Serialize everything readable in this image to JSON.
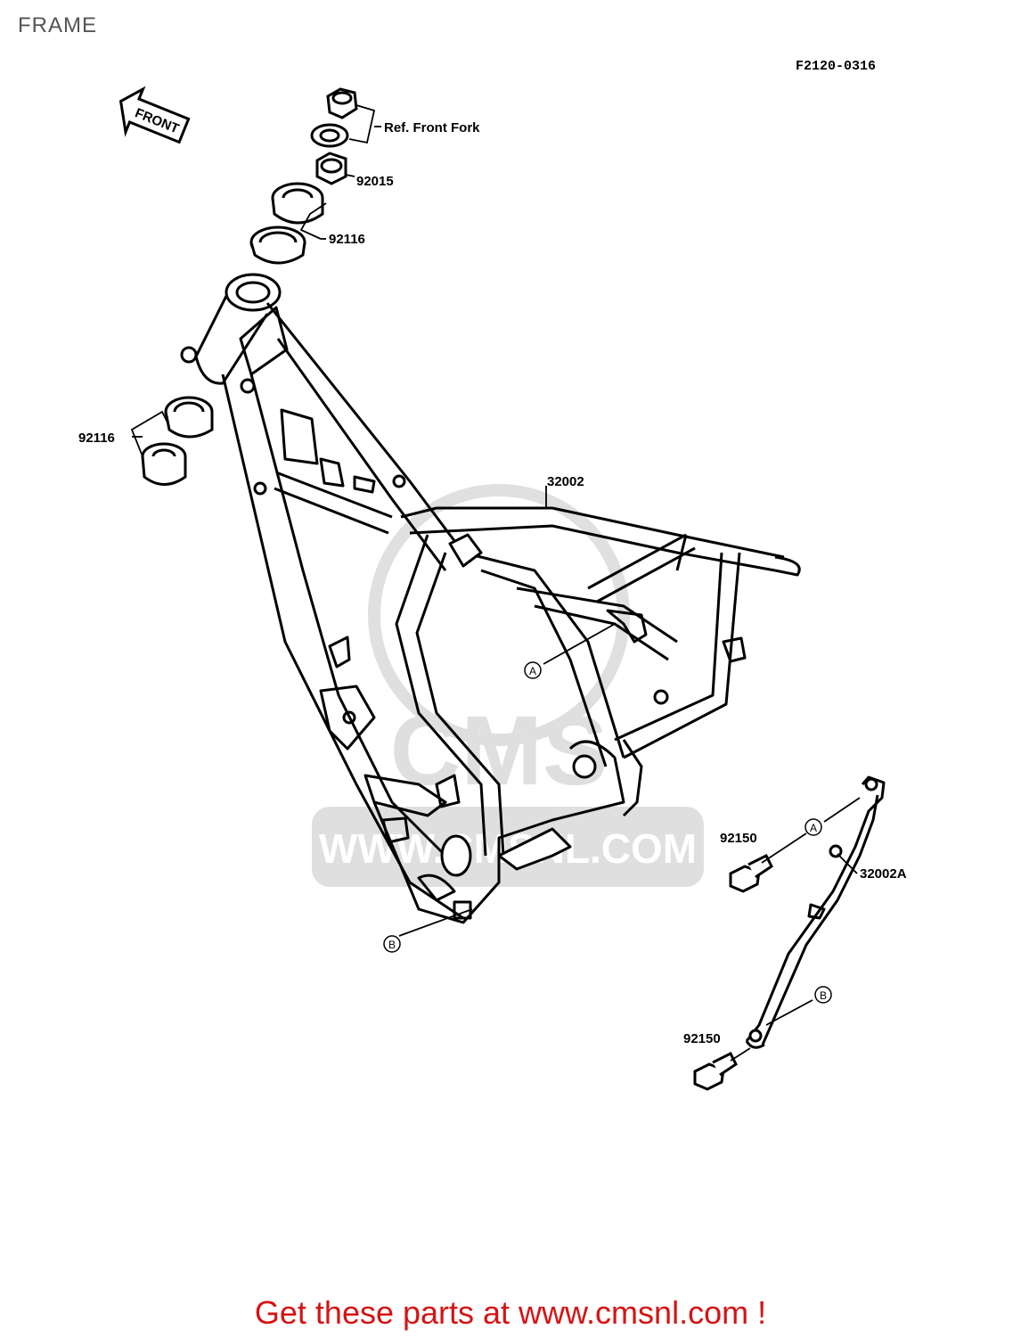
{
  "page": {
    "title": "FRAME"
  },
  "diagram": {
    "code": "F2120-0316",
    "front_arrow": "FRONT",
    "labels": {
      "ref_front_fork": "Ref. Front Fork",
      "p92015": "92015",
      "p92116_top": "92116",
      "p92116_left": "92116",
      "p32002": "32002",
      "p92150_top": "92150",
      "p32002a": "32002A",
      "p92150_bottom": "92150"
    },
    "callouts": {
      "a": "A",
      "b": "B"
    }
  },
  "watermark": {
    "text": "WWW.CMSNL.COM",
    "logo_text": "CMS"
  },
  "footer": {
    "text": "Get these parts at www.cmsnl.com !"
  }
}
